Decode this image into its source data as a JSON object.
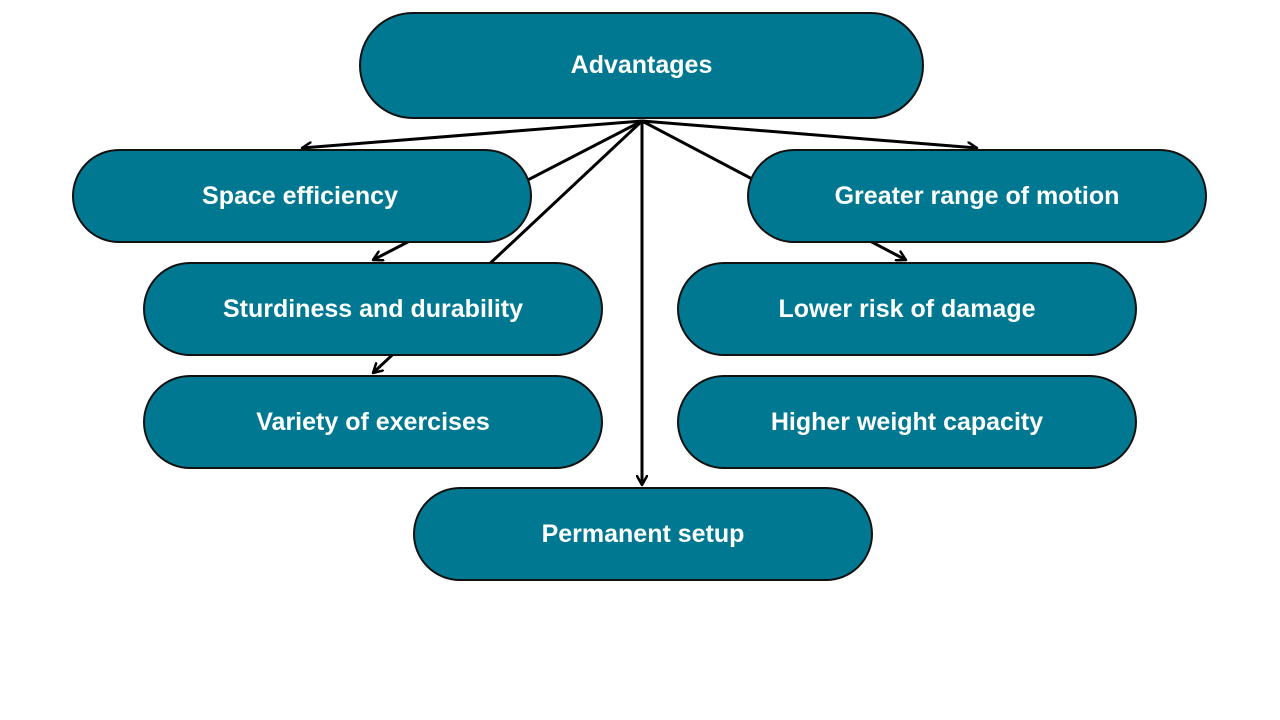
{
  "diagram": {
    "root": {
      "label": "Advantages"
    },
    "nodes": [
      {
        "id": "space",
        "label": "Space efficiency"
      },
      {
        "id": "range",
        "label": "Greater range of motion"
      },
      {
        "id": "sturdy",
        "label": "Sturdiness and durability"
      },
      {
        "id": "risk",
        "label": "Lower risk of damage"
      },
      {
        "id": "variety",
        "label": "Variety of exercises"
      },
      {
        "id": "weight",
        "label": "Higher weight capacity"
      },
      {
        "id": "perm",
        "label": "Permanent setup"
      }
    ],
    "edges": [
      {
        "from": "root",
        "to": "space"
      },
      {
        "from": "root",
        "to": "range"
      },
      {
        "from": "root",
        "to": "sturdy"
      },
      {
        "from": "root",
        "to": "risk"
      },
      {
        "from": "root",
        "to": "variety"
      },
      {
        "from": "root",
        "to": "perm"
      }
    ],
    "colors": {
      "node_fill": "#007891",
      "node_border": "#111111",
      "node_text": "#ffffff",
      "arrow": "#000000",
      "background": "#ffffff"
    }
  }
}
